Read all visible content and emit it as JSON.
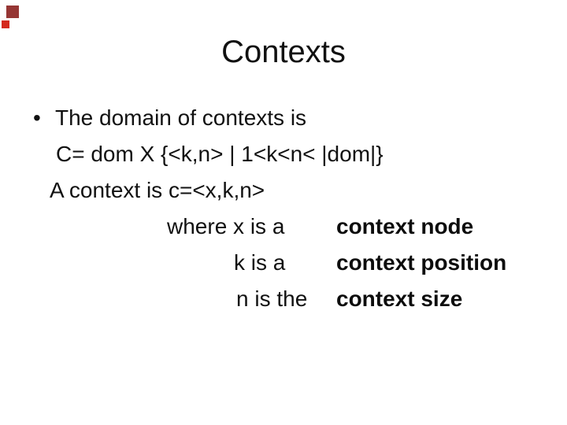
{
  "slide": {
    "title": "Contexts",
    "bullet_char": "•",
    "body": {
      "line1": "The domain of contexts is",
      "line2": "C= dom X {<k,n> | 1<k<n< |dom|}",
      "line3": "A context is c=<x,k,n>",
      "line4_left": "where x is a",
      "line4_bold": "context node",
      "line5_left": "k is a",
      "line5_bold": "context position",
      "line6_left": "n is the",
      "line6_bold": "context size"
    },
    "decor": {
      "square_top_color": "#963634",
      "square_bottom_color": "#d42a1e"
    },
    "colors": {
      "background": "#ffffff",
      "text": "#111111"
    }
  }
}
